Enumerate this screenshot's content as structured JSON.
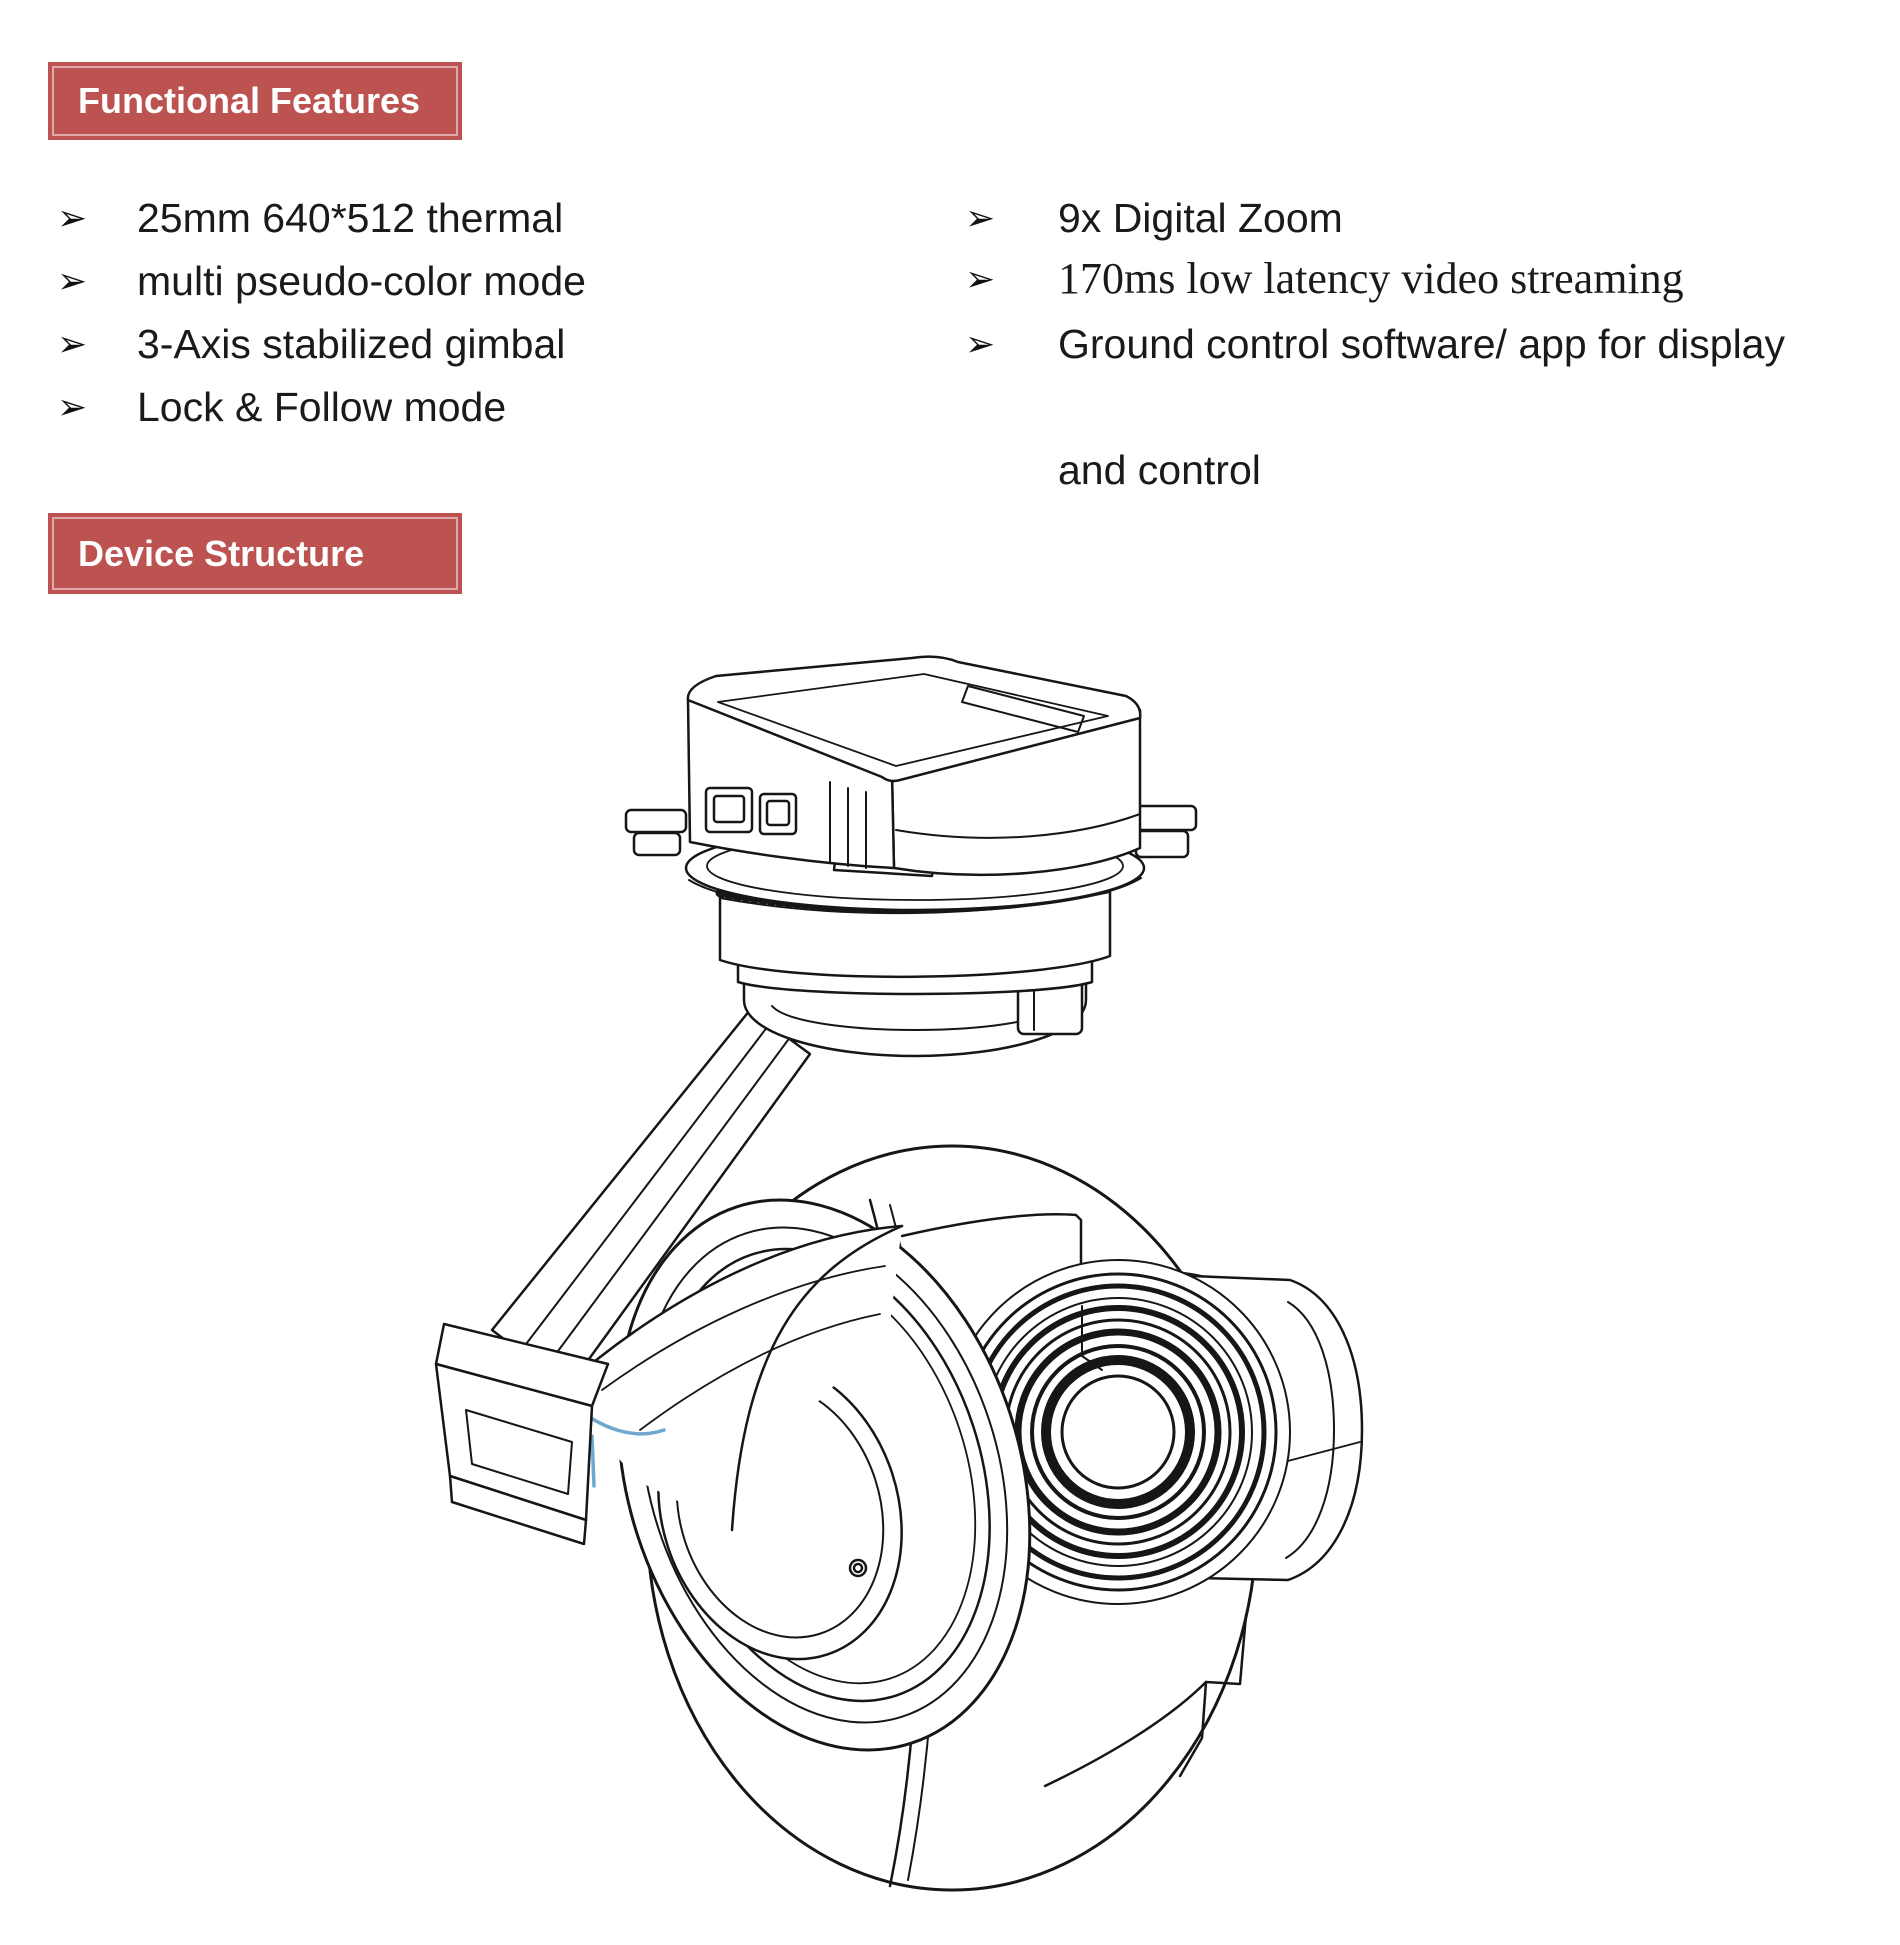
{
  "page": {
    "background": "#ffffff"
  },
  "colors": {
    "badge_background": "#bd5350",
    "badge_text": "#ffffff",
    "badge_inner_border": "rgba(255,255,255,0.5)",
    "body_text": "#1a1a1a",
    "drawing_line": "#161616",
    "drawing_accent_blue": "#6fa8ce"
  },
  "badges": {
    "functional_features": "Functional Features",
    "device_structure": "Device Structure"
  },
  "features": {
    "bullet_glyph": "➢",
    "left_column": [
      "25mm 640*512 thermal",
      "multi pseudo-color mode",
      "3-Axis stabilized gimbal",
      "Lock & Follow mode"
    ],
    "right_column": [
      {
        "text": "9x Digital Zoom"
      },
      {
        "text": "170ms low latency video streaming"
      },
      {
        "text": "Ground control software/ app for display",
        "continuation": "and control"
      }
    ]
  },
  "figure": {
    "name": "3-axis-gimbal-thermal-camera-line-drawing"
  }
}
